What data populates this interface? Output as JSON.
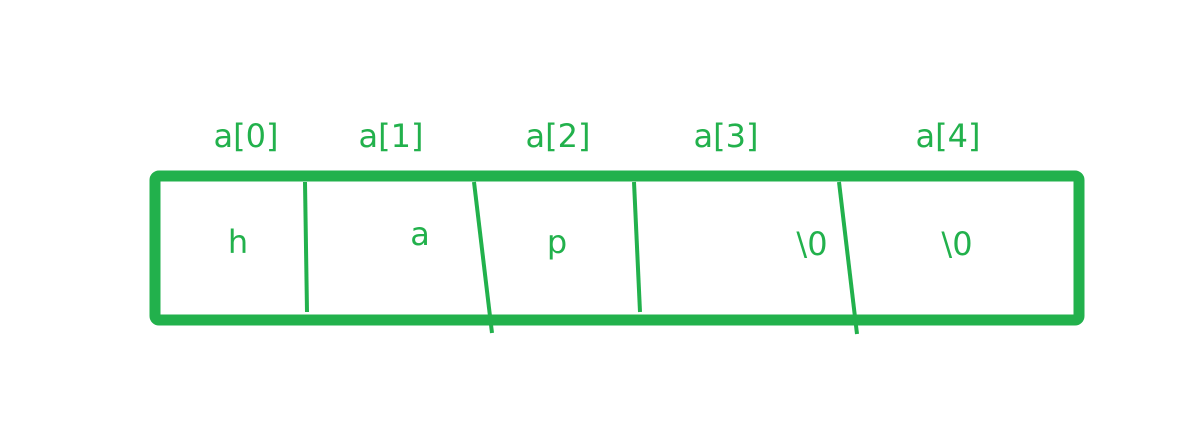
{
  "colors": {
    "stroke": "#22b14c",
    "text": "#22b14c",
    "background": "#ffffff"
  },
  "array": {
    "indices": [
      "a[0]",
      "a[1]",
      "a[2]",
      "a[3]",
      "a[4]"
    ],
    "cells": [
      "h",
      "a",
      "p",
      "\\0",
      "\\0"
    ]
  }
}
